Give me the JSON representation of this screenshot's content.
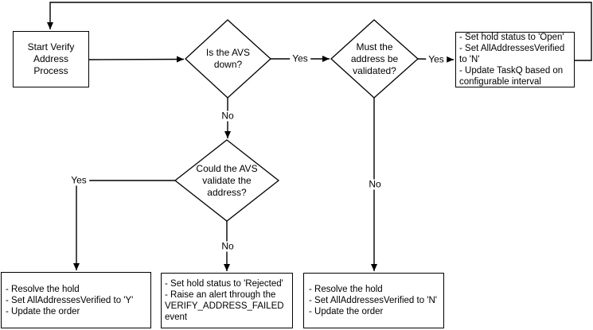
{
  "nodes": {
    "start": {
      "text": "Start Verify\nAddress\nProcess"
    },
    "avs_down": {
      "text": "Is the AVS\ndown?"
    },
    "must_validate": {
      "text": "Must the\naddress be\nvalidated?"
    },
    "hold_open": {
      "text": "- Set hold status to 'Open'\n- Set AllAddressesVerified\nto 'N'\n- Update TaskQ based on\nconfigurable interval"
    },
    "avs_validate": {
      "text": "Could the AVS\nvalidate the\naddress?"
    },
    "resolve_hold_y": {
      "text": "- Resolve the hold\n- Set AllAddressesVerified to 'Y'\n- Update the order"
    },
    "hold_rejected": {
      "text": "- Set hold status to 'Rejected'\n- Raise an alert through the\nVERIFY_ADDRESS_FAILED\nevent"
    },
    "resolve_hold_n": {
      "text": "- Resolve the hold\n- Set AllAddressesVerified to 'N'\n- Update the order"
    }
  },
  "edge_labels": {
    "avs_down_yes": "Yes",
    "avs_down_no": "No",
    "must_validate_yes": "Yes",
    "must_validate_no": "No",
    "avs_validate_yes": "Yes",
    "avs_validate_no": "No"
  },
  "colors": {
    "line": "#000000",
    "node_fill": "#ffffff",
    "background": "#ffffff"
  }
}
